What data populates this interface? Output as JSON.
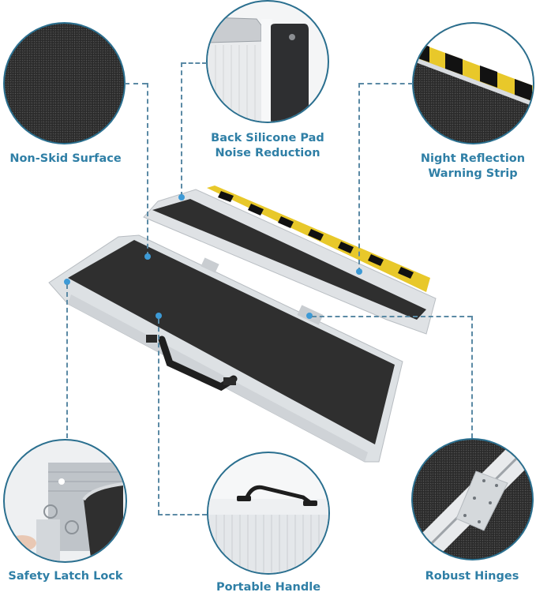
{
  "features": {
    "top_left": {
      "label": "Non-Skid Surface"
    },
    "top_center": {
      "label_line1": "Back Silicone Pad",
      "label_line2": "Noise Reduction"
    },
    "top_right": {
      "label_line1": "Night Reflection",
      "label_line2": "Warning Strip"
    },
    "bottom_left": {
      "label": "Safety Latch Lock"
    },
    "bottom_center": {
      "label": "Portable Handle"
    },
    "bottom_right": {
      "label": "Robust Hinges"
    }
  },
  "colors": {
    "label_text": "#2f7fa6",
    "connector": "#5b8aa5",
    "dot": "#3d9ad6",
    "circle_border": "#2a6f8f",
    "warning_yellow": "#f2d21b",
    "warning_black": "#111111",
    "surface": "#2b2b2b",
    "aluminum": "#d8dcdf"
  }
}
